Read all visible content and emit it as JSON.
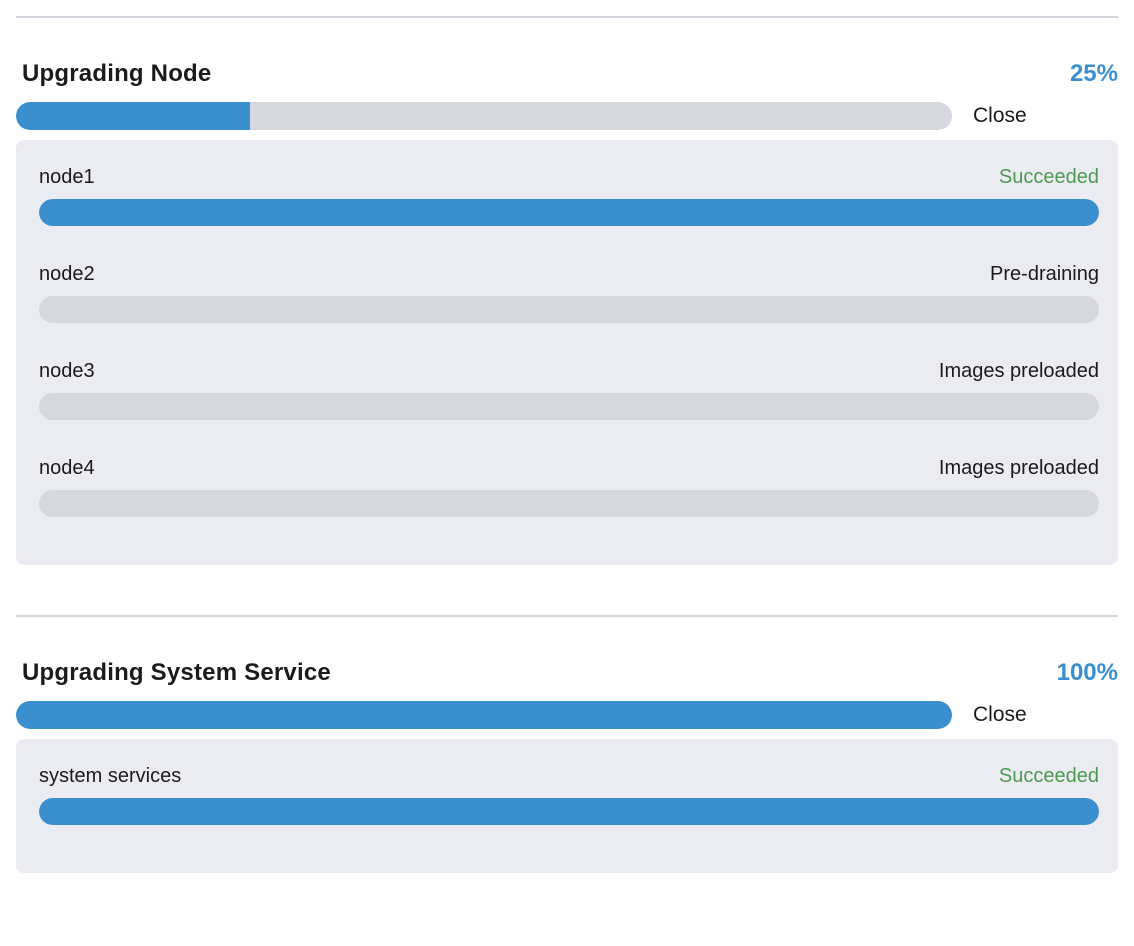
{
  "colors": {
    "accent_blue": "#3a90ce",
    "success_green": "#4d9a51",
    "track_gray": "#d6d8de",
    "panel_bg": "#ebecf1",
    "divider_gray": "#d4d5dd",
    "text_dark": "#1b1b1b"
  },
  "sections": [
    {
      "title": "Upgrading Node",
      "percent_label": "25%",
      "percent_value": 25,
      "close_label": "Close",
      "items": [
        {
          "name": "node1",
          "status": "Succeeded",
          "status_color": "green",
          "progress": 100
        },
        {
          "name": "node2",
          "status": "Pre-draining",
          "status_color": "default",
          "progress": 0
        },
        {
          "name": "node3",
          "status": "Images preloaded",
          "status_color": "default",
          "progress": 0
        },
        {
          "name": "node4",
          "status": "Images preloaded",
          "status_color": "default",
          "progress": 0
        }
      ]
    },
    {
      "title": "Upgrading System Service",
      "percent_label": "100%",
      "percent_value": 100,
      "close_label": "Close",
      "items": [
        {
          "name": "system services",
          "status": "Succeeded",
          "status_color": "green",
          "progress": 100
        }
      ]
    }
  ]
}
